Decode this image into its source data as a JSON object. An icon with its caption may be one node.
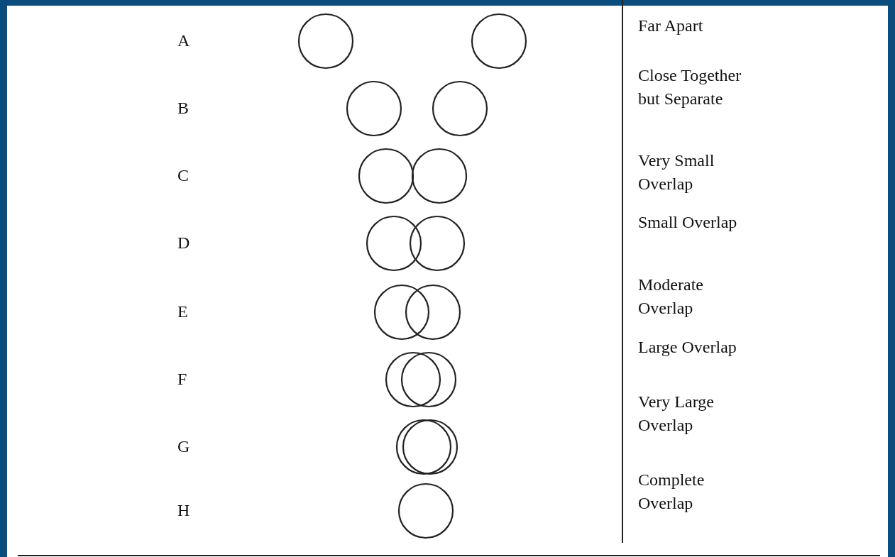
{
  "diagram": {
    "labels": [
      "A",
      "Far Apart",
      "B",
      "Close Together but Separate",
      "C",
      "Very Small Overlap",
      "D",
      "Small Overlap",
      "E",
      "Moderate Overlap",
      "F",
      "Large Overlap",
      "G",
      "Very Large Overlap",
      "H",
      "Complete Overlap"
    ]
  }
}
